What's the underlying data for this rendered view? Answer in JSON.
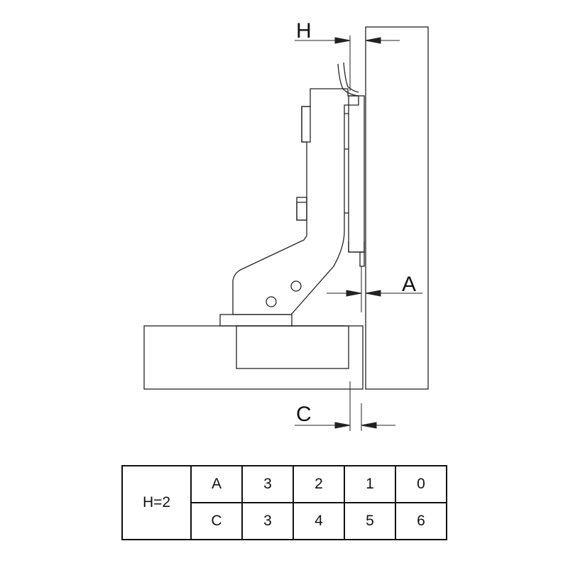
{
  "dimension_labels": {
    "h": "H",
    "a": "A",
    "c": "C"
  },
  "table": {
    "header": "H=2",
    "rows": [
      {
        "key": "A",
        "values": [
          "3",
          "2",
          "1",
          "0"
        ]
      },
      {
        "key": "C",
        "values": [
          "3",
          "4",
          "5",
          "6"
        ]
      }
    ]
  }
}
